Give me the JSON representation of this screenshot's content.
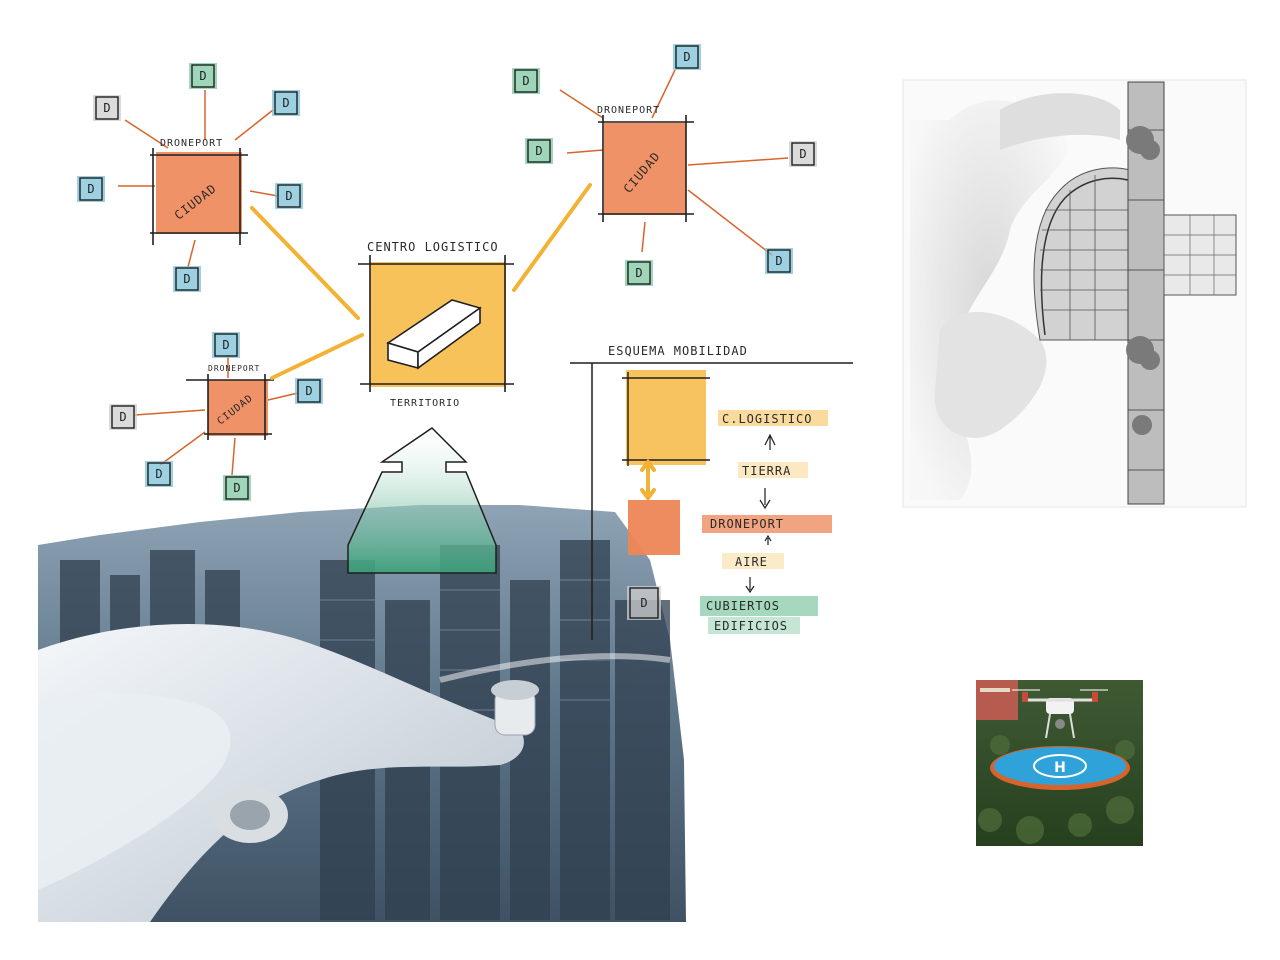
{
  "labels": {
    "droneport": "DRONEPORT",
    "ciudad": "CIUDAD",
    "centro_logistico": "CENTRO LOGISTICO",
    "territorio": "TERRITORIO",
    "esquema_movilidad": "ESQUEMA MOBILIDAD",
    "drone": "D"
  },
  "legend": {
    "c_logistico": "C.LOGISTICO",
    "tierra": "TIERRA",
    "droneport": "DRONEPORT",
    "aire": "AIRE",
    "cubiertos": "CUBIERTOS",
    "edificios": "EDIFICIOS"
  },
  "colors": {
    "orange": "#ee8656",
    "yellow": "#f6bd4c",
    "blue": "#7cc0d6",
    "green": "#7fc7a2",
    "gray": "#cfcfcf",
    "line_orange": "#d9642b",
    "line_yellow": "#f2b233"
  }
}
